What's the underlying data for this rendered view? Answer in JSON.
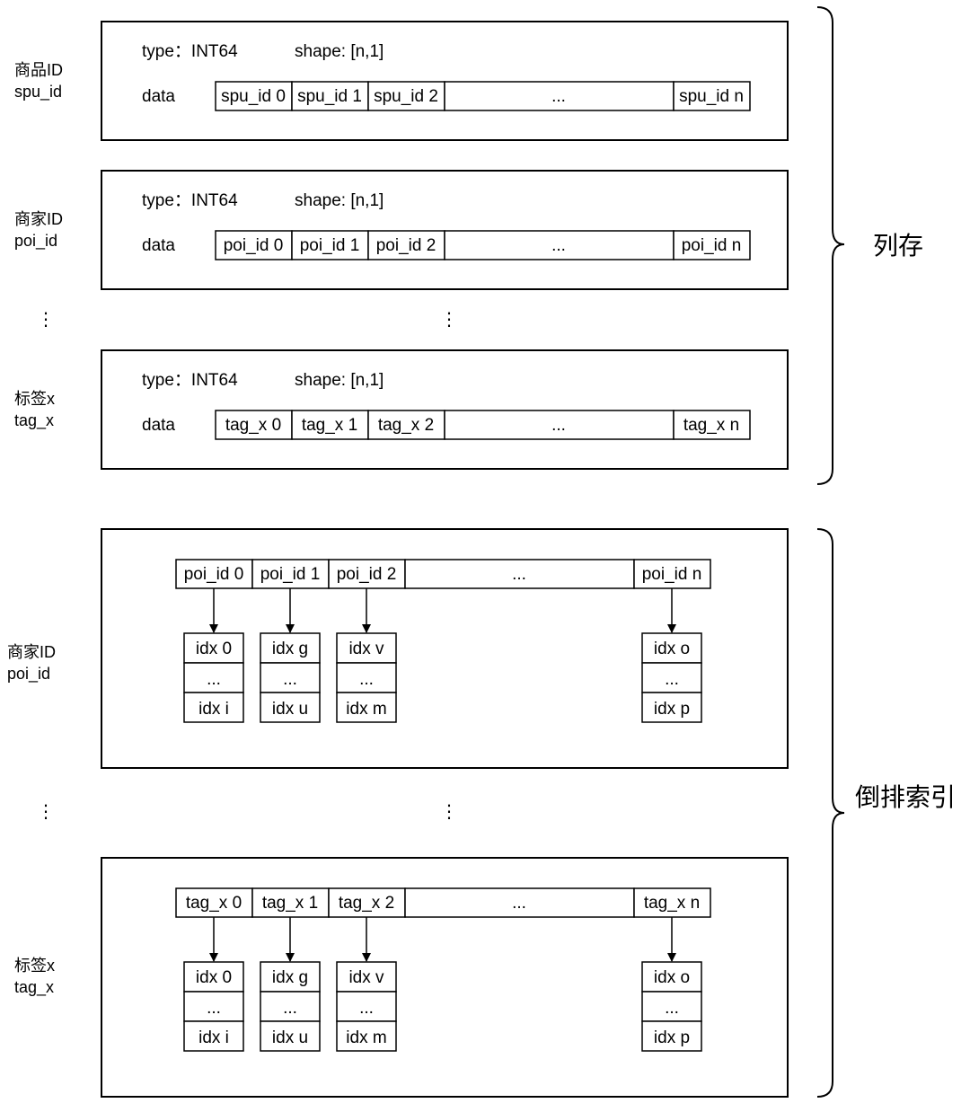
{
  "columnar": {
    "brace_label": "列存",
    "blocks": [
      {
        "side_label": [
          "商品ID",
          "spu_id"
        ],
        "type_label": "type：INT64",
        "shape_label": "shape: [n,1]",
        "data_label": "data",
        "cells": [
          "spu_id 0",
          "spu_id 1",
          "spu_id 2",
          "...",
          "spu_id n"
        ]
      },
      {
        "side_label": [
          "商家ID",
          "poi_id"
        ],
        "type_label": "type：INT64",
        "shape_label": "shape: [n,1]",
        "data_label": "data",
        "cells": [
          "poi_id 0",
          "poi_id 1",
          "poi_id 2",
          "...",
          "poi_id n"
        ]
      },
      {
        "side_label": [
          "标签x",
          "tag_x"
        ],
        "type_label": "type：INT64",
        "shape_label": "shape: [n,1]",
        "data_label": "data",
        "cells": [
          "tag_x 0",
          "tag_x 1",
          "tag_x 2",
          "...",
          "tag_x n"
        ]
      }
    ],
    "ellipsis": "⋮"
  },
  "inverted": {
    "brace_label": "倒排索引",
    "blocks": [
      {
        "side_label": [
          "商家ID",
          "poi_id"
        ],
        "keys": [
          "poi_id 0",
          "poi_id 1",
          "poi_id 2",
          "...",
          "poi_id n"
        ],
        "postings": [
          [
            "idx 0",
            "...",
            "idx i"
          ],
          [
            "idx g",
            "...",
            "idx u"
          ],
          [
            "idx v",
            "...",
            "idx m"
          ],
          [
            "idx o",
            "...",
            "idx p"
          ]
        ]
      },
      {
        "side_label": [
          "标签x",
          "tag_x"
        ],
        "keys": [
          "tag_x 0",
          "tag_x 1",
          "tag_x 2",
          "...",
          "tag_x n"
        ],
        "postings": [
          [
            "idx 0",
            "...",
            "idx i"
          ],
          [
            "idx g",
            "...",
            "idx u"
          ],
          [
            "idx v",
            "...",
            "idx m"
          ],
          [
            "idx o",
            "...",
            "idx p"
          ]
        ]
      }
    ],
    "ellipsis": "⋮"
  }
}
